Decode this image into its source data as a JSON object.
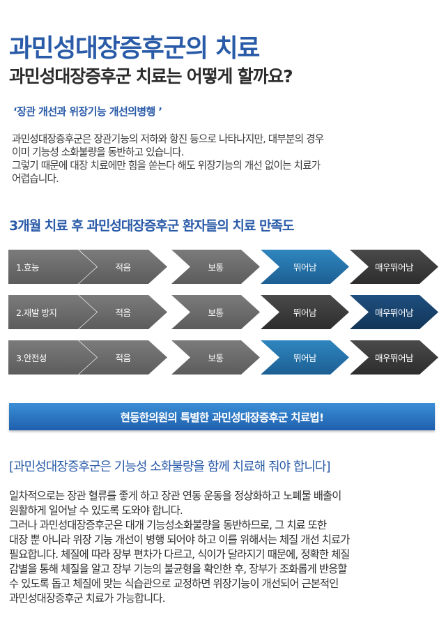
{
  "header": {
    "title": "과민성대장증후군의 치료",
    "subtitle": "과민성대장증후군 치료는 어떻게 할까요?"
  },
  "intro": {
    "quote": "‘장관 개선과 위장기능 개선의병행 ’",
    "lines": [
      "과민성대장증후군은 장관기능의 저하와 항진 등으로 나타나지만, 대부분의 경우",
      "이미 기능성 소화불량을 동반하고 있습니다.",
      "그렇기 때문에 대장 치료에만 힘을 쏟는다 해도 위장기능의 개선 없이는 치료가",
      "어렵습니다."
    ]
  },
  "satisfaction": {
    "heading": "3개월 치료 후 과민성대장증후군 환자들의 치료 만족도",
    "scale": [
      "적음",
      "보통",
      "뛰어남",
      "매우뛰어남"
    ],
    "rows": [
      {
        "label": "1.효능",
        "selected": "뛰어남"
      },
      {
        "label": "2.재발 방지",
        "selected": "매우뛰어남"
      },
      {
        "label": "3.안전성",
        "selected": "뛰어남"
      }
    ],
    "colors": {
      "default": "#666666",
      "last": "#3a3a3a",
      "selected": "#2a7ab3",
      "selected_last": "#1a4570"
    }
  },
  "banner": {
    "text": "현등한의원의 특별한 과민성대장증후군 치료법!"
  },
  "section2": {
    "heading": "[과민성대장증후군은 기능성 소화불량을 함께 치료해 줘야 합니다]",
    "lines": [
      "일차적으로는 장관 혈류를 좋게 하고 장관 연동 운동을 정상화하고 노폐물 배출이",
      "원활하게 일어날 수 있도록 도와야 합니다.",
      "그러나 과민성대장증후군은 대개 기능성소화불량을 동반하므로, 그 치료 또한",
      "대장 뿐 아니라 위장 기능 개선이 병행 되어야 하고 이를 위해서는 체질 개선 치료가",
      "필요합니다. 체질에 따라 장부 편차가 다르고, 식이가 달라지기 때문에, 정확한 체질",
      "감별을 통해 체질을 알고 장부 기능의 불균형을 확인한 후, 장부가 조화롭게 반응할",
      "수 있도록 돕고 체질에 맞는 식습관으로 교정하면 위장기능이 개선되어 근본적인",
      "과민성대장증후군 치료가 가능합니다."
    ]
  }
}
